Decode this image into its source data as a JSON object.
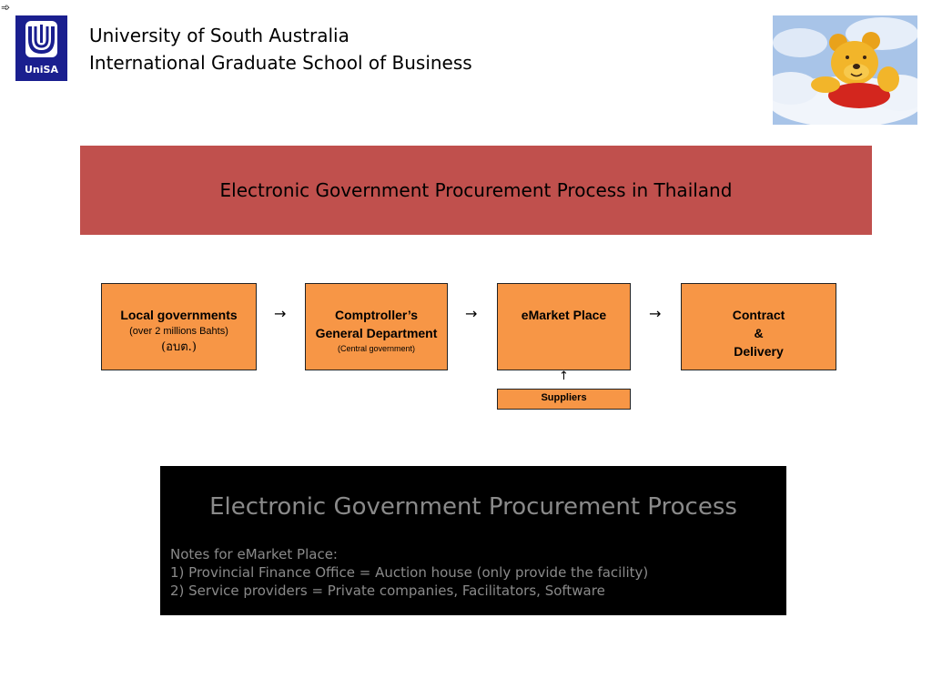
{
  "corner_glyph": "➾",
  "logo": {
    "text": "UniSA"
  },
  "header": {
    "line1": "University of South Australia",
    "line2": "International Graduate School of Business"
  },
  "banner": {
    "title": "Electronic Government Procurement Process in Thailand"
  },
  "flow": {
    "box1": {
      "title": "Local governments",
      "sub": "(over 2 millions Bahts)",
      "thai": "(อบต.)"
    },
    "box2": {
      "title_line1": "Comptroller’s",
      "title_line2": "General Department",
      "sub": "(Central government)"
    },
    "box3": {
      "title": "eMarket Place"
    },
    "box4": {
      "line1": "Contract",
      "line2": "&",
      "line3": "Delivery"
    },
    "suppliers": "Suppliers",
    "arrow_right": "→",
    "arrow_up": "↑"
  },
  "notes": {
    "title": "Electronic Government Procurement Process",
    "lines": [
      "Notes for eMarket Place:",
      "1) Provincial Finance Office = Auction house (only provide the facility)",
      "2) Service providers = Private companies, Facilitators, Software"
    ]
  },
  "colors": {
    "banner": "#c0504d",
    "box": "#f79646",
    "logo": "#1a1f8f"
  }
}
